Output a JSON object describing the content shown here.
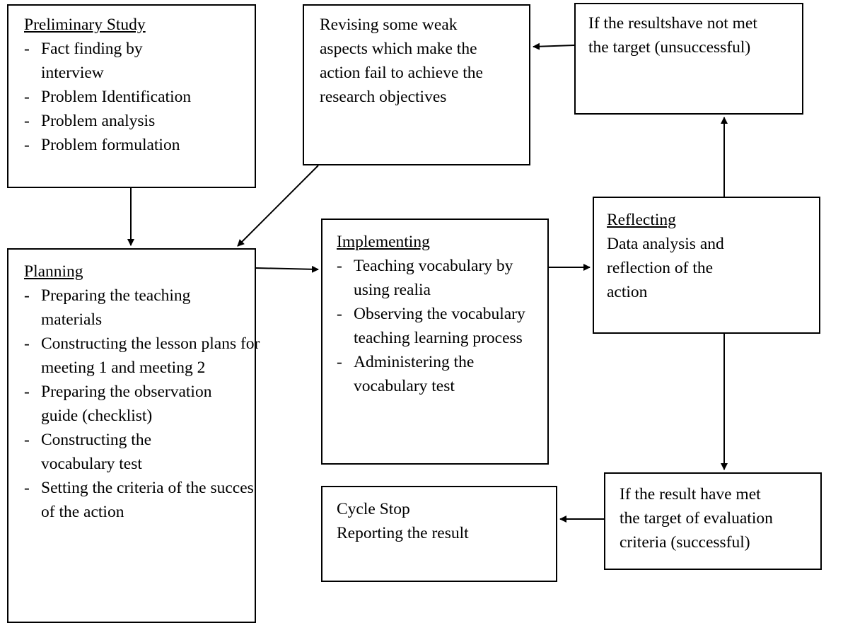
{
  "preliminary": {
    "title": "Preliminary Study",
    "items": [
      "Fact finding by interview",
      "Problem Identification",
      "Problem analysis",
      "Problem formulation"
    ]
  },
  "revising": {
    "lines": [
      "Revising some weak",
      "aspects which make the",
      "action fail to achieve the",
      "research objectives"
    ]
  },
  "unsuccessful": {
    "lines": [
      "If the resultshave not met",
      "the target (unsuccessful)"
    ]
  },
  "planning": {
    "title": "Planning",
    "items": [
      "Preparing the teaching materials",
      "Constructing the lesson plans for meeting 1 and meeting 2",
      "Preparing the observation guide (checklist)",
      "Constructing the vocabulary test",
      "Setting the criteria of the succes of the action"
    ]
  },
  "implementing": {
    "title": "Implementing",
    "items": [
      "Teaching vocabulary by using realia",
      "Observing the vocabulary teaching learning process",
      "Administering the vocabulary test"
    ]
  },
  "reflecting": {
    "title": "Reflecting",
    "lines": [
      "Data analysis and",
      "reflection of the",
      "action"
    ]
  },
  "cycle_stop": {
    "lines": [
      "Cycle Stop",
      "Reporting the result"
    ]
  },
  "successful": {
    "lines": [
      "If the result have met",
      "the target of evaluation",
      "criteria (successful)"
    ]
  }
}
